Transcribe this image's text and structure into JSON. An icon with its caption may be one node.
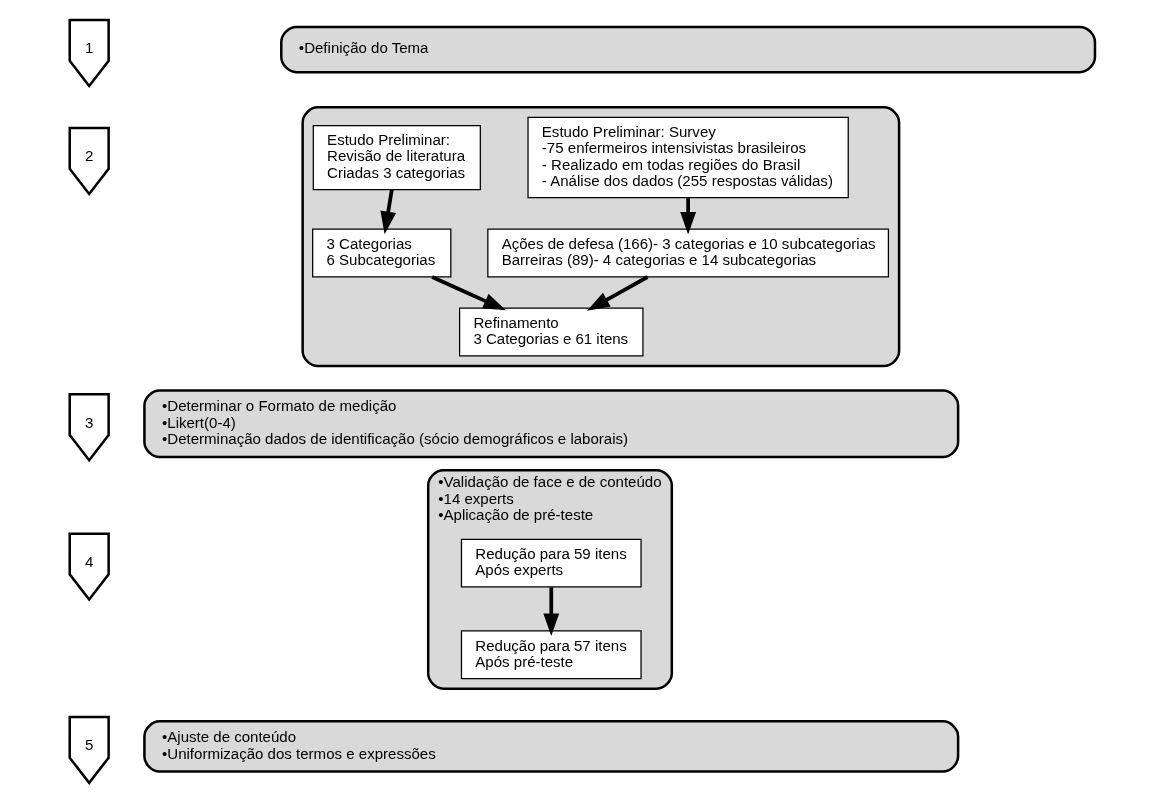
{
  "diagram": {
    "nodes": [
      {
        "text": [
          "1"
        ]
      },
      {
        "text": [
          "•Definição do Tema"
        ]
      },
      {
        "text": [
          "2"
        ]
      },
      {
        "text": [],
        "shape": "box"
      },
      {
        "text": [
          "Estudo Preliminar: Survey",
          "-75 enfermeiros intensivistas brasileiros",
          "- Realizado em todas regiões do Brasil",
          "- Análise dos dados (255 respostas válidas)"
        ],
        "in": 3
      },
      {
        "text": [
          "Estudo Preliminar:",
          "Revisão de literatura",
          "Criadas 3 categorias"
        ],
        "in": 3
      },
      {
        "text": [
          "Ações de defesa (166)- 3 categorias e 10 subcategorias",
          "Barreiras (89)- 4 categorias e 14 subcategorias"
        ],
        "in": 3
      },
      {
        "text": [
          "3 Categorias",
          "6 Subcategorias"
        ],
        "in": 3
      },
      {
        "text": [
          "Refinamento",
          "3 Categorias e 61 itens"
        ],
        "in": 3
      },
      {
        "text": [
          "3"
        ]
      },
      {
        "text": [
          "•Determinar o Formato de medição",
          "•Likert(0-4)",
          "•Determinação dados de identificação (sócio demográficos e laborais)"
        ]
      },
      {
        "text": [
          "4"
        ]
      },
      {
        "text": [
          "•Validação de face e de conteúdo",
          "•14 experts",
          "•Aplicação de pré-teste"
        ]
      },
      {
        "text": [
          "Redução para 59 itens",
          "Após experts"
        ],
        "in": 12
      },
      {
        "text": [
          "Redução para 57 itens",
          "Após pré-teste"
        ],
        "in": 12
      },
      {
        "text": [
          "5"
        ]
      },
      {
        "text": [
          "•Ajuste de conteúdo",
          "•Uniformização dos termos e expressões"
        ]
      }
    ],
    "edges": [
      {
        "from": 4,
        "to": 6,
        "arrow": "to"
      },
      {
        "from": 5,
        "to": 7,
        "arrow": "to"
      },
      {
        "from": 6,
        "to": 8,
        "arrow": "to"
      },
      {
        "from": 7,
        "to": 8,
        "arrow": "to"
      },
      {
        "from": 13,
        "to": 14,
        "arrow": "to"
      }
    ]
  }
}
